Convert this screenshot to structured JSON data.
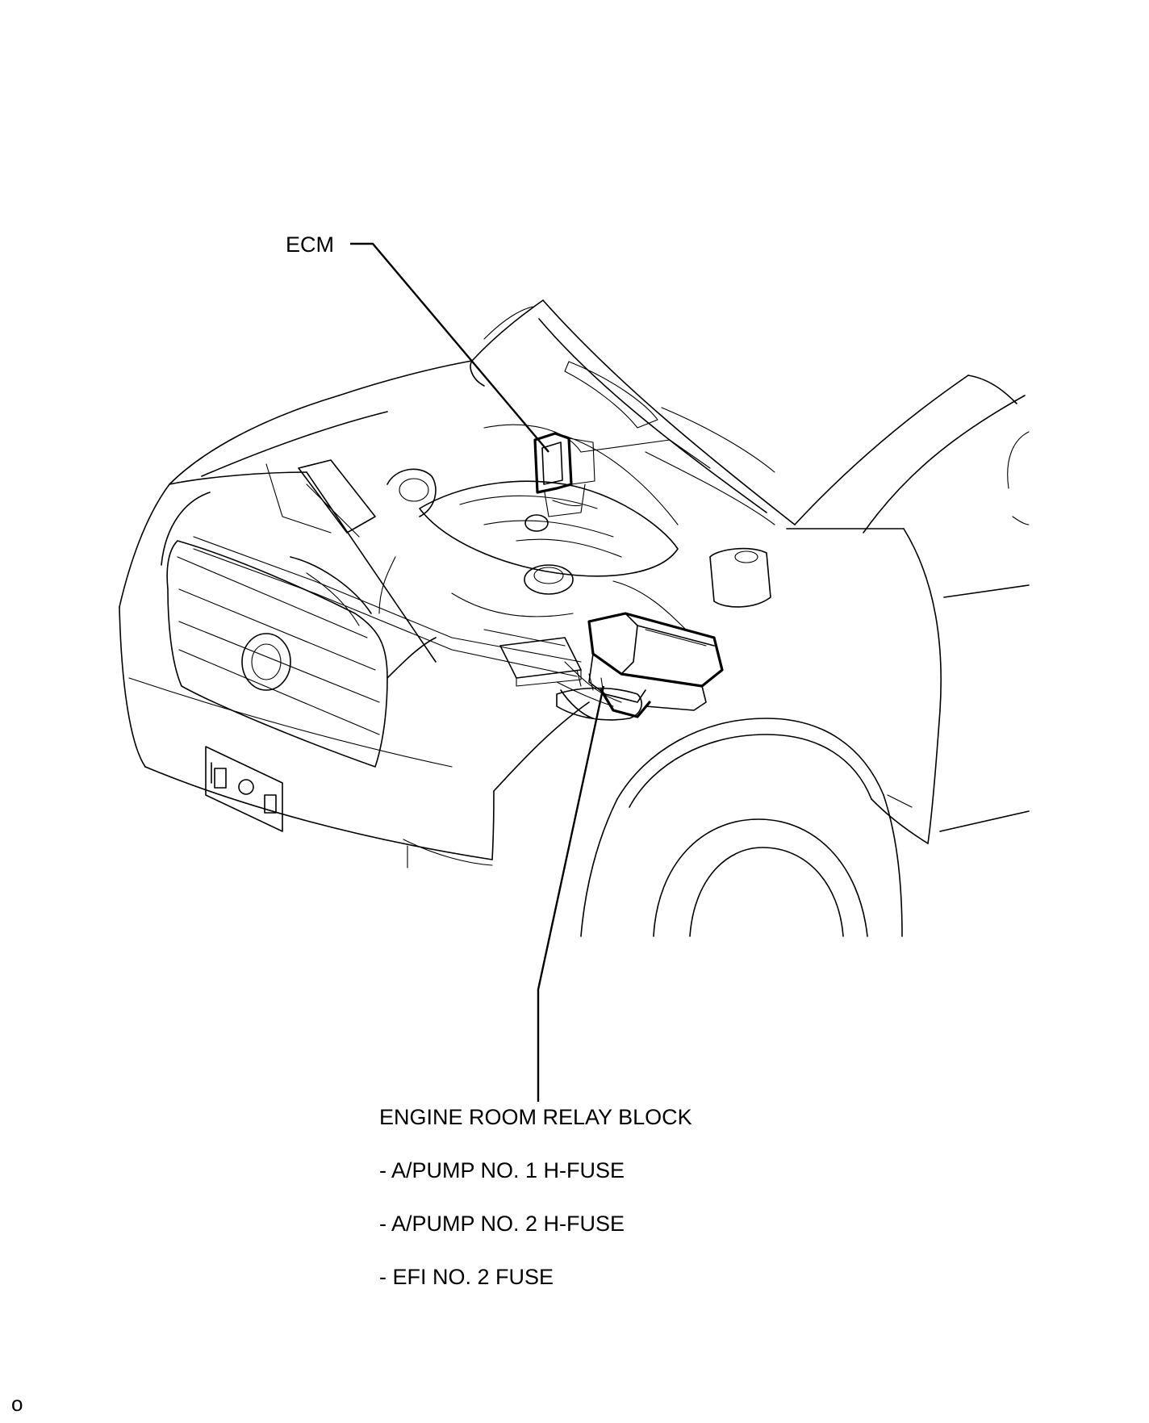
{
  "labels": {
    "ecm": "ECM",
    "relay_block": "ENGINE ROOM RELAY BLOCK",
    "fuse_1": "- A/PUMP NO. 1 H-FUSE",
    "fuse_2": "- A/PUMP NO. 2 H-FUSE",
    "fuse_3": "- EFI NO. 2 FUSE"
  },
  "figure_code": "o"
}
